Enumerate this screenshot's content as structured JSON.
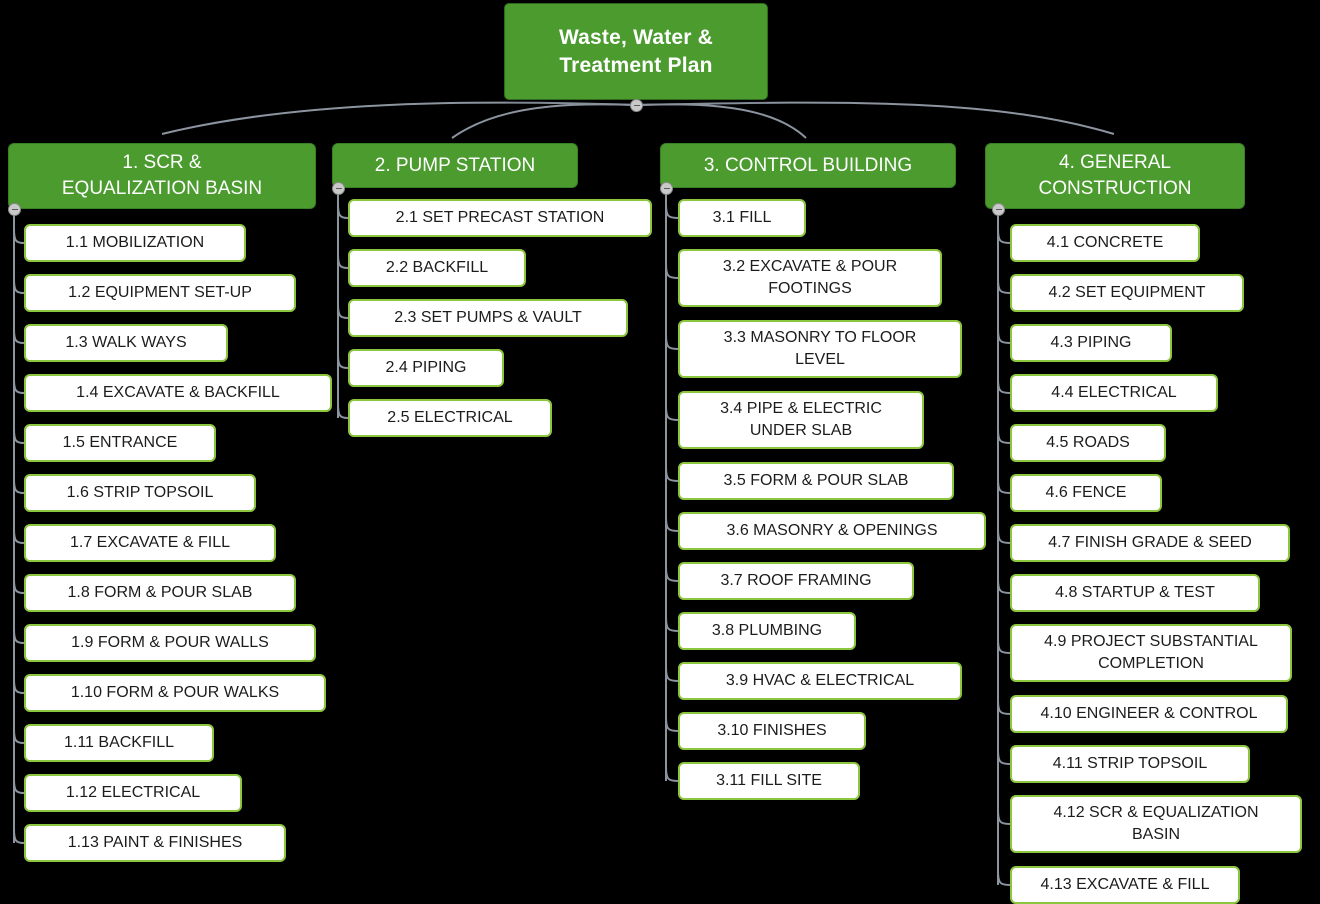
{
  "diagram": {
    "title": "Waste, Water & Treatment Plan",
    "type": "work-breakdown-structure",
    "colors": {
      "node_green": "#4b9b2f",
      "leaf_border_green": "#8cc63e",
      "background": "#000000",
      "connector_gray": "#8c94a0",
      "root_text": "#ffffff",
      "leaf_text": "#1c1c1c"
    }
  },
  "root": {
    "label": "Waste, Water &\nTreatment Plan"
  },
  "branches": [
    {
      "header": "1.         SCR  &\nEQUALIZATION BASIN",
      "items": [
        {
          "label": "1.1  MOBILIZATION"
        },
        {
          "label": "1.2  EQUIPMENT SET-UP"
        },
        {
          "label": "1.3  WALK WAYS"
        },
        {
          "label": "1.4  EXCAVATE & BACKFILL"
        },
        {
          "label": "1.5  ENTRANCE"
        },
        {
          "label": "1.6  STRIP TOPSOIL"
        },
        {
          "label": "1.7  EXCAVATE & FILL"
        },
        {
          "label": "1.8  FORM & POUR SLAB"
        },
        {
          "label": "1.9  FORM & POUR WALLS"
        },
        {
          "label": "1.10  FORM & POUR WALKS"
        },
        {
          "label": "1.11  BACKFILL"
        },
        {
          "label": "1.12  ELECTRICAL"
        },
        {
          "label": "1.13  PAINT & FINISHES"
        }
      ]
    },
    {
      "header": "2.   PUMP STATION",
      "items": [
        {
          "label": "2.1  SET PRECAST STATION"
        },
        {
          "label": "2.2  BACKFILL"
        },
        {
          "label": "2.3  SET PUMPS & VAULT"
        },
        {
          "label": "2.4  PIPING"
        },
        {
          "label": "2.5  ELECTRICAL"
        }
      ]
    },
    {
      "header": "3.  CONTROL BUILDING",
      "items": [
        {
          "label": "3.1  FILL"
        },
        {
          "label": "3.2   EXCAVATE & POUR\nFOOTINGS"
        },
        {
          "label": "3.3   MASONRY TO FLOOR\nLEVEL"
        },
        {
          "label": "3.4   PIPE & ELECTRIC\nUNDER SLAB"
        },
        {
          "label": "3.5  FORM & POUR SLAB"
        },
        {
          "label": "3.6  MASONRY & OPENINGS"
        },
        {
          "label": "3.7  ROOF FRAMING"
        },
        {
          "label": "3.8  PLUMBING"
        },
        {
          "label": "3.9  HVAC & ELECTRICAL"
        },
        {
          "label": "3.10  FINISHES"
        },
        {
          "label": "3.11  FILL SITE"
        }
      ]
    },
    {
      "header": "4.        GENERAL\nCONSTRUCTION",
      "items": [
        {
          "label": "4.1  CONCRETE"
        },
        {
          "label": "4.2  SET EQUIPMENT"
        },
        {
          "label": "4.3  PIPING"
        },
        {
          "label": "4.4  ELECTRICAL"
        },
        {
          "label": "4.5  ROADS"
        },
        {
          "label": "4.6  FENCE"
        },
        {
          "label": "4.7  FINISH GRADE & SEED"
        },
        {
          "label": "4.8  STARTUP & TEST"
        },
        {
          "label": "4.9   PROJECT SUBSTANTIAL\nCOMPLETION"
        },
        {
          "label": "4.10  ENGINEER & CONTROL"
        },
        {
          "label": "4.11  STRIP TOPSOIL"
        },
        {
          "label": "4.12   SCR & EQUALIZATION\nBASIN"
        },
        {
          "label": "4.13  EXCAVATE & FILL"
        }
      ]
    }
  ]
}
